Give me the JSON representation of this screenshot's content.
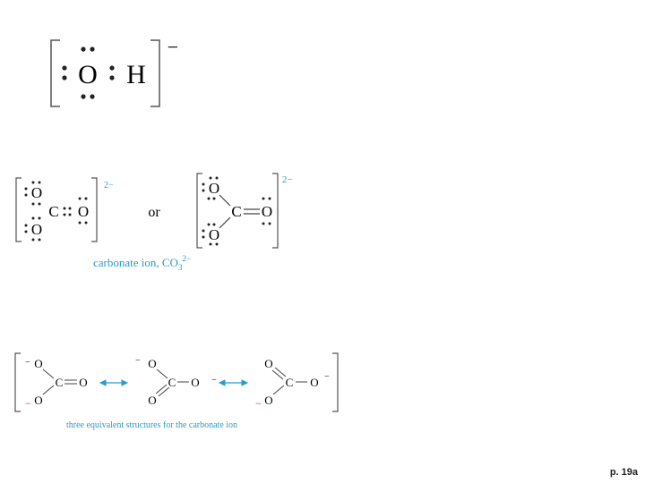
{
  "hydroxide": {
    "o": "O",
    "h": "H",
    "charge": "−"
  },
  "carbonate_lewis": {
    "o_top": "O",
    "o_bottom": "O",
    "c": "C",
    "o_right": "O",
    "charge": "2−",
    "or": "or",
    "alt_o_top": "O",
    "alt_o_bottom": "O",
    "alt_c": "C",
    "alt_o_right": "O",
    "alt_charge": "2−",
    "caption_main": "carbonate ion, CO",
    "caption_sub": "3",
    "caption_sup": "2−"
  },
  "resonance": {
    "s1": {
      "o_top": "O",
      "o_bottom": "O",
      "c": "C",
      "o_right": "O",
      "minus_top": "−",
      "minus_bottom": "−"
    },
    "s2": {
      "o_top": "O",
      "o_bottom": "O",
      "c": "C",
      "o_right": "O",
      "minus_top": "−",
      "minus_right": "−"
    },
    "s3": {
      "o_top": "O",
      "o_bottom": "O",
      "c": "C",
      "o_right": "O",
      "minus_bottom": "−",
      "minus_right": "−"
    },
    "caption": "three equivalent structures for the carbonate ion"
  },
  "footer": {
    "page_label": "p. 19a"
  },
  "colors": {
    "ink": "#3a3a3a",
    "accent": "#2b9bc7",
    "arrow": "#2b9bc7",
    "minus_red": "#c0392b"
  }
}
